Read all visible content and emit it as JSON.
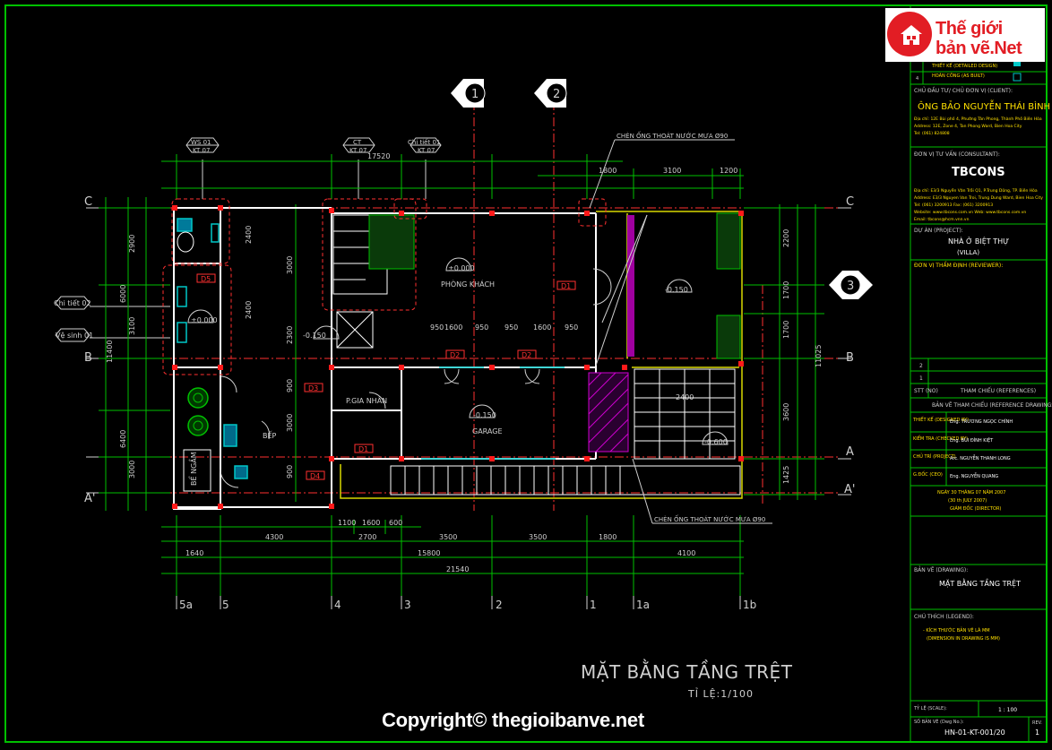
{
  "logo": {
    "line1": "Thế giới",
    "line2": "bản vẽ.Net"
  },
  "copyright": "Copyright© thegioibanve.net",
  "drawing": {
    "title": "MẶT BẰNG TẦNG TRỆT",
    "scale": "TỈ LỆ:1/100",
    "grid_letters": [
      "C",
      "B",
      "A",
      "A'"
    ],
    "grid_numbers": [
      "5a",
      "5",
      "4",
      "3",
      "2",
      "1",
      "1a",
      "1b"
    ],
    "grid_bubbles": [
      "1",
      "2",
      "3"
    ],
    "section_tags": [
      {
        "top": "WS 01",
        "bottom": "KT 07"
      },
      {
        "top": "CT",
        "bottom": "KT 07"
      },
      {
        "top": "Chi tiết 01",
        "bottom": "KT 07"
      }
    ],
    "side_tags": [
      "Chi tiết 02",
      "Vệ sinh 01"
    ],
    "rooms": [
      "PHÒNG KHÁCH",
      "GARAGE",
      "BẾP",
      "P.GIA NHÂN",
      "BỂ NGẦM"
    ],
    "levels": [
      "±0.000",
      "-0.150",
      "-0.150",
      "±0.000",
      "-0.150",
      "-0.600"
    ],
    "notes": [
      "CHÈN ỐNG THOÁT NƯỚC MƯA Ø90",
      "CHÈN ỐNG THOÁT NƯỚC MƯA Ø90"
    ],
    "door_tags": [
      "D1",
      "D2",
      "D2",
      "D3",
      "D4",
      "D5",
      "D1"
    ],
    "dims_top": [
      "17520",
      "1800",
      "3100",
      "1200"
    ],
    "dims_bottom_1": [
      "1100",
      "1600",
      "600"
    ],
    "dims_bottom_2": [
      "4300",
      "2700",
      "3500",
      "3500",
      "1800"
    ],
    "dims_bottom_3": [
      "1640",
      "15800",
      "4100"
    ],
    "dims_bottom_total": "21540",
    "dims_inner": [
      "950",
      "1600",
      "950",
      "950",
      "1600",
      "950",
      "2400"
    ],
    "dims_left_outer": [
      "11400"
    ],
    "dims_left": [
      "2900",
      "6000",
      "3100",
      "6400",
      "3000"
    ],
    "dims_left_inner": [
      "2400",
      "3000",
      "2400",
      "2300",
      "900",
      "3000",
      "900"
    ],
    "dims_right": [
      "11025",
      "2200",
      "1700",
      "1700",
      "3600",
      "1425"
    ]
  },
  "title_block": {
    "row_detailed": "THIẾT KẾ (DETAILED DESIGN)",
    "row_asbuilt_no": "4",
    "row_asbuilt": "HOÀN CÔNG (AS BUILT)",
    "client_label": "CHỦ ĐẦU TƯ/ CHỦ ĐƠN VỊ (CLIENT):",
    "client_name": "ÔNG BẢO NGUYỄN THÁI BÌNH",
    "client_addr1": "Địa chỉ: 12E Bùi phố 4, Phường Tân Phong, Thành Phố Biên Hòa",
    "client_addr2": "Address: 12E, Zone 4, Tan Phong Ward, Bien Hoa City",
    "client_tel": "Tel: (061) 824808",
    "consultant_label": "ĐƠN VỊ TƯ VẤN (CONSULTANT):",
    "consultant_logo": "TBCONS",
    "consultant_addr1": "Địa chỉ: E3/3 Nguyễn Văn Trỗi Q1, P.Trung Dũng, TP. Biên Hòa",
    "consultant_addr2": "Address: E3/3 Nguyen Van Troi, Trung Dung Ward, Bien Hoa City",
    "consultant_tel": "Tel: (061) 3200913     Fax: (061) 3200913",
    "consultant_web": "Website: www.tbcons.com.vn  Web: www.tbcons.com.vn",
    "consultant_email": "Email: tbcons@hcm.vnn.vn",
    "project_label": "DỰ ÁN (PROJECT):",
    "project_name": "NHÀ Ở BIỆT THỰ",
    "project_sub": "(VILLA)",
    "reviewer_label": "ĐƠN VỊ THẨM ĐỊNH (REVIEWER):",
    "rev_2": "2",
    "rev_1": "1",
    "ref_no": "STT (NO)",
    "ref_label": "THAM CHIẾU (REFERENCES)",
    "ref_drawings": "BẢN VẼ THAM CHIẾU (REFERENCE DRAWINGS)",
    "designed_label": "THIẾT KẾ (DESIGNED BY)",
    "designed_name": "Eng. TRƯƠNG NGỌC CHÍNH",
    "checked_label": "KIỂM TRA (CHECKED BY)",
    "checked_name": "Eng. BÙI ĐÌNH KIỆT",
    "chief_label": "CHỦ TRÌ (PROJECT)",
    "chief_name": "Arc. NGUYỄN THANH LONG",
    "director_label": "G.ĐỐC (CEO)",
    "director_name": "Eng. NGUYỄN QUANG",
    "date_vn": "NGÀY 30 THÁNG 07 NĂM 2007",
    "date_en": "(30 th JULY 2007)",
    "director_role": "GIÁM ĐỐC (DIRECTOR)",
    "drawing_label": "BẢN VẼ (DRAWING):",
    "drawing_name": "MẶT BẰNG TẦNG TRỆT",
    "legend_label": "CHÚ THÍCH (LEGEND):",
    "legend_1": "- KÍCH THƯỚC BẢN VẼ LÀ MM",
    "legend_2": "(DIMENSION IN DRAWING IS MM)",
    "scale_label": "TỶ LỆ (SCALE):",
    "scale_value": "1 : 100",
    "drawing_no_label": "SỐ BẢN VẼ (Dwg No.):",
    "drawing_no": "HN-01-KT-001/20",
    "rev_label": "REV.",
    "rev_value": "1"
  },
  "colors": {
    "frame": "#00c000",
    "wall": "#ffffff",
    "column": "#ff0000",
    "dim": "#00cc00",
    "grid": "#ff4040",
    "text": "#d8d8d8",
    "cyan": "#00c8c8",
    "yellow": "#e0e000",
    "magenta": "#d000d0"
  }
}
